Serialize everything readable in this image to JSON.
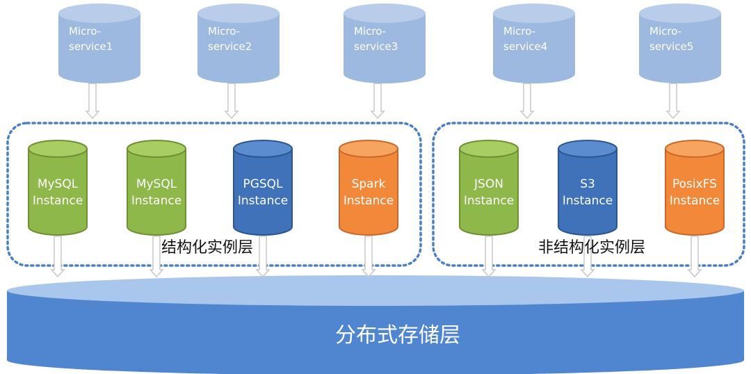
{
  "microservices": [
    {
      "line1": "Micro-",
      "line2": "service1"
    },
    {
      "line1": "Micro-",
      "line2": "service2"
    },
    {
      "line1": "Micro-",
      "line2": "service3"
    },
    {
      "line1": "Micro-",
      "line2": "service4"
    },
    {
      "line1": "Micro-",
      "line2": "service5"
    }
  ],
  "structured_group": {
    "label": "结构化实例层",
    "instances": [
      {
        "line1": "MySQL",
        "line2": "Instance",
        "kind": "green"
      },
      {
        "line1": "MySQL",
        "line2": "Instance",
        "kind": "green"
      },
      {
        "line1": "PGSQL",
        "line2": "Instance",
        "kind": "blue"
      },
      {
        "line1": "Spark",
        "line2": "Instance",
        "kind": "orange"
      }
    ]
  },
  "unstructured_group": {
    "label": "非结构化实例层",
    "instances": [
      {
        "line1": "JSON",
        "line2": "Instance",
        "kind": "green"
      },
      {
        "line1": "S3",
        "line2": "Instance",
        "kind": "blue"
      },
      {
        "line1": "PosixFS",
        "line2": "Instance",
        "kind": "orange"
      }
    ]
  },
  "storage_layer": {
    "label": "分布式存储层"
  },
  "colors": {
    "microservice_body": "#9db9e0",
    "microservice_top": "#b9cdeb",
    "green_body": "#8fb84a",
    "green_top": "#a8cd62",
    "blue_body": "#3f72b8",
    "blue_top": "#5b8cd0",
    "orange_body": "#f2893a",
    "orange_top": "#f6a460",
    "storage_body": "#4f86cf",
    "storage_top": "#a9c6ec",
    "dotted_border": "#4a7fc4",
    "arrow_fill": "#ffffff",
    "arrow_stroke": "#c8c8c8"
  }
}
